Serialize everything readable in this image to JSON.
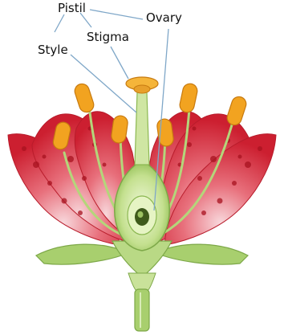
{
  "labels": {
    "pistil": "Pistil",
    "ovary": "Ovary",
    "stigma": "Stigma",
    "style": "Style"
  },
  "colors": {
    "petal": "#d62a3a",
    "petal_light": "#f3c3c8",
    "spot": "#a8121f",
    "stem": "#a8cf6e",
    "stem_dark": "#7da848",
    "anther": "#f2a320",
    "stigma_head": "#f5b53a",
    "ovary_inner": "#dcefb0",
    "leader_line": "#7fa7c8"
  }
}
